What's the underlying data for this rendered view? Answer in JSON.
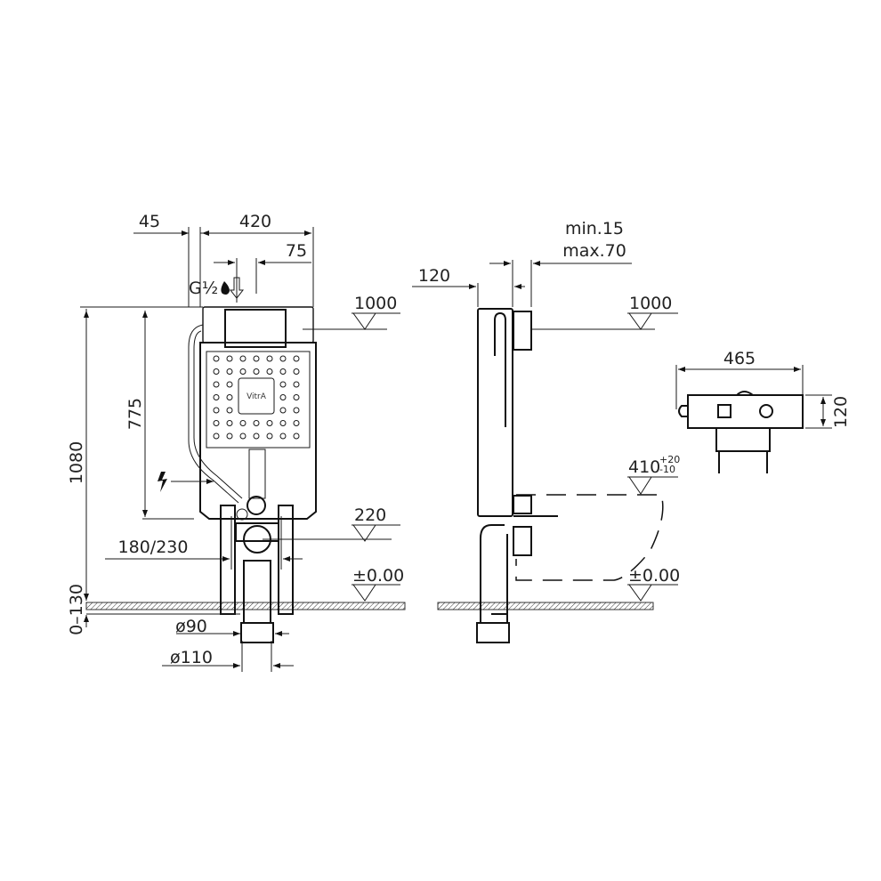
{
  "front_view": {
    "dim_offset": "45",
    "dim_width": "420",
    "dim_inlet_offset": "75",
    "inlet_thread": "G½",
    "dim_total_height": "1080",
    "dim_frame_height": "775",
    "dim_leg_spacing": "180/230",
    "dim_leg_adjust": "0–130",
    "level_top": "1000",
    "level_outlet": "220",
    "level_floor": "±0.00",
    "pipe_small": "ø90",
    "pipe_large": "ø110",
    "brand_logo": "VitrA"
  },
  "side_view": {
    "dim_depth": "120",
    "dim_min": "min.15",
    "dim_max": "max.70",
    "level_top": "1000",
    "level_bowl": "410",
    "tolerance_plus": "+20",
    "tolerance_minus": "-10",
    "level_floor": "±0.00"
  },
  "top_view": {
    "dim_width": "465",
    "dim_depth": "120"
  },
  "icons": [
    "water-drop-icon",
    "electric-bolt-icon",
    "arrow-down-icon",
    "level-triangle-icon"
  ]
}
